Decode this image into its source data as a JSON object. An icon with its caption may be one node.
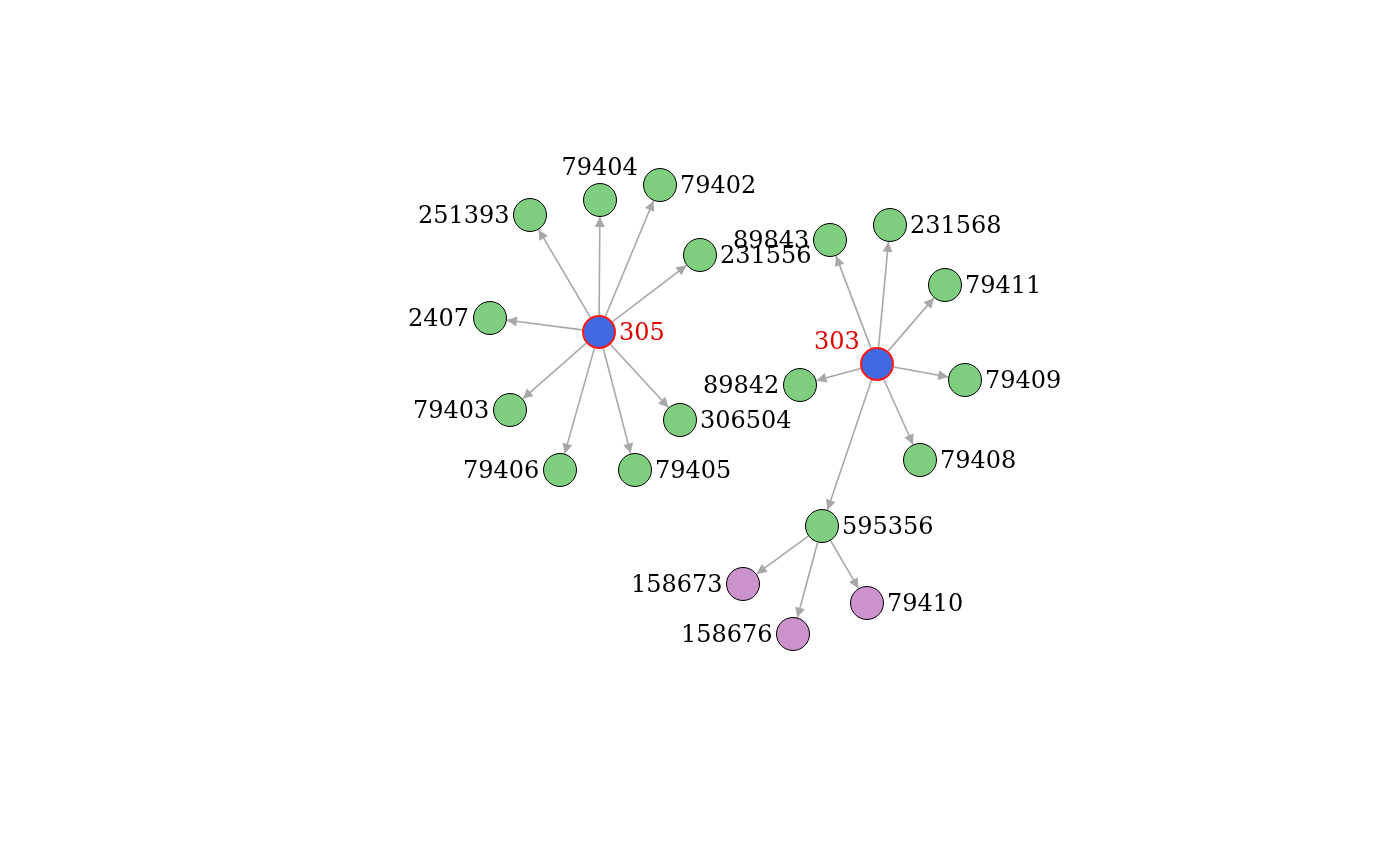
{
  "diagram": {
    "nodes": [
      {
        "text": [
          "305"
        ]
      },
      {
        "text": [
          "79402"
        ]
      },
      {
        "text": [
          "251393"
        ]
      },
      {
        "text": [
          "79404"
        ]
      },
      {
        "text": [
          "231556"
        ]
      },
      {
        "text": [
          "2407"
        ]
      },
      {
        "text": [
          "79403"
        ]
      },
      {
        "text": [
          "306504"
        ]
      },
      {
        "text": [
          "79406"
        ]
      },
      {
        "text": [
          "79405"
        ]
      },
      {
        "text": [
          "303"
        ]
      },
      {
        "text": [
          "231568"
        ]
      },
      {
        "text": [
          "89843"
        ]
      },
      {
        "text": [
          "79411"
        ]
      },
      {
        "text": [
          "89842"
        ]
      },
      {
        "text": [
          "79409"
        ]
      },
      {
        "text": [
          "79408"
        ]
      },
      {
        "text": [
          "595356"
        ]
      },
      {
        "text": [
          "158673"
        ]
      },
      {
        "text": [
          "158676"
        ]
      },
      {
        "text": [
          "79410"
        ]
      }
    ],
    "edges": [
      {
        "from": 0,
        "to": 1,
        "arrow": "to"
      },
      {
        "from": 0,
        "to": 2,
        "arrow": "to"
      },
      {
        "from": 0,
        "to": 3,
        "arrow": "to"
      },
      {
        "from": 0,
        "to": 4,
        "arrow": "to"
      },
      {
        "from": 0,
        "to": 5,
        "arrow": "to"
      },
      {
        "from": 0,
        "to": 6,
        "arrow": "to"
      },
      {
        "from": 0,
        "to": 7,
        "arrow": "to"
      },
      {
        "from": 0,
        "to": 8,
        "arrow": "to"
      },
      {
        "from": 0,
        "to": 9,
        "arrow": "to"
      },
      {
        "from": 10,
        "to": 11,
        "arrow": "to"
      },
      {
        "from": 10,
        "to": 12,
        "arrow": "to"
      },
      {
        "from": 10,
        "to": 13,
        "arrow": "to"
      },
      {
        "from": 10,
        "to": 14,
        "arrow": "to"
      },
      {
        "from": 10,
        "to": 15,
        "arrow": "to"
      },
      {
        "from": 10,
        "to": 16,
        "arrow": "to"
      },
      {
        "from": 10,
        "to": 17,
        "arrow": "to"
      },
      {
        "from": 17,
        "to": 18,
        "arrow": "to"
      },
      {
        "from": 17,
        "to": 19,
        "arrow": "to"
      },
      {
        "from": 17,
        "to": 20,
        "arrow": "to"
      }
    ]
  }
}
